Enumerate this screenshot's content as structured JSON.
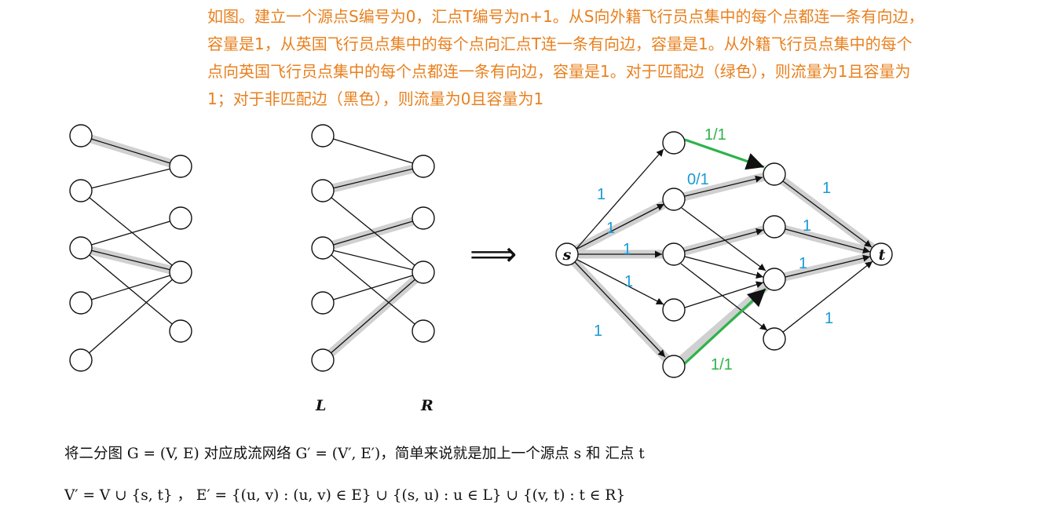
{
  "note": {
    "lines": [
      "如图。建立一个源点S编号为0，汇点T编号为n+1。从S向外籍飞行员点集中的每个点都连一条有向边，",
      "容量是1，从英国飞行员点集中的每个点向汇点T连一条有向边，容量是1。从外籍飞行员点集中的每个",
      "点向英国飞行员点集中的每个点都连一条有向边，容量是1。对于匹配边（绿色），则流量为1且容量为",
      "1；对于非匹配边（黑色），则流量为0且容量为1"
    ],
    "color": "#e8801e"
  },
  "diagram": {
    "partition_labels": {
      "left": "L",
      "right": "R"
    },
    "arrow_symbol": "⟹",
    "source_label": "s",
    "sink_label": "t",
    "edge_labels": {
      "green_top": "1/1",
      "blue_zero": "0/1",
      "green_bottom": "1/1",
      "s_edges": [
        "1",
        "1",
        "1",
        "1",
        "1"
      ],
      "t_edges": [
        "1",
        "1",
        "1",
        "1"
      ]
    },
    "colors": {
      "highlight": "#d0d0d0",
      "matching_edge": "#2db34a",
      "edge_label_blue": "#1a9ad6",
      "edge_label_green": "#2db34a",
      "edge": "#111111"
    }
  },
  "formulas": {
    "line1": "将二分图 G = (V, E) 对应成流网络 G′ = (V′, E′)，简单来说就是加上一个源点 s 和 汇点 t",
    "line2": "V′ = V ∪ {s, t} ， E′ = {(u, v) : (u, v) ∈ E} ∪ {(s, u) : u ∈ L} ∪ {(v, t) : t ∈ R}"
  }
}
